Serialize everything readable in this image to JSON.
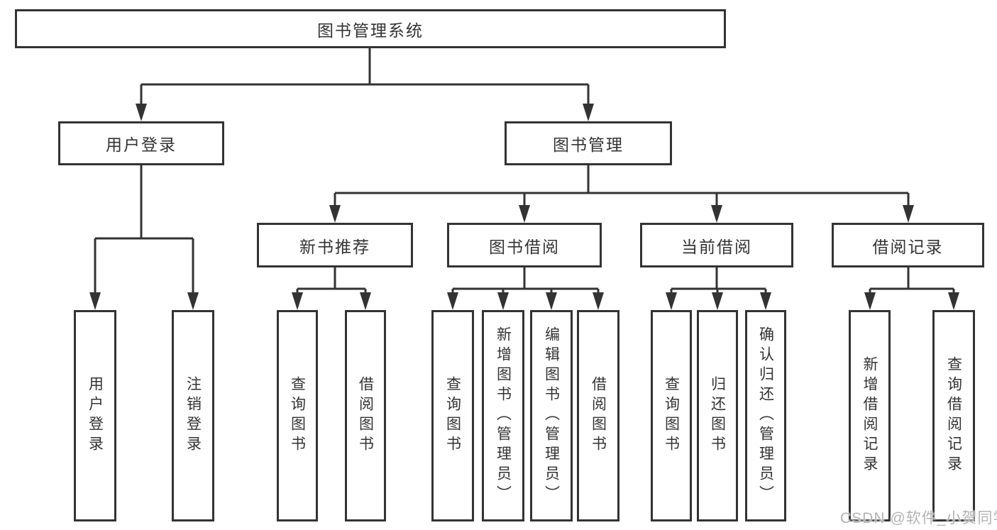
{
  "colors": {
    "line": "#333333",
    "text": "#333333",
    "background": "#ffffff",
    "watermark": "#b3b3b3"
  },
  "tree": {
    "label": "图书管理系统",
    "children": [
      {
        "label": "用户登录",
        "children": [
          {
            "label": "用户登录"
          },
          {
            "label": "注销登录"
          }
        ]
      },
      {
        "label": "图书管理",
        "children": [
          {
            "label": "新书推荐",
            "children": [
              {
                "label": "查询图书"
              },
              {
                "label": "借阅图书"
              }
            ]
          },
          {
            "label": "图书借阅",
            "children": [
              {
                "label": "查询图书"
              },
              {
                "label": "新增图书（管理员）"
              },
              {
                "label": "编辑图书（管理员）"
              },
              {
                "label": "借阅图书"
              }
            ]
          },
          {
            "label": "当前借阅",
            "children": [
              {
                "label": "查询图书"
              },
              {
                "label": "归还图书"
              },
              {
                "label": "确认归还（管理员）"
              }
            ]
          },
          {
            "label": "借阅记录",
            "children": [
              {
                "label": "新增借阅记录"
              },
              {
                "label": "查询借阅记录"
              }
            ]
          }
        ]
      }
    ]
  },
  "watermark": {
    "text": "CSDN @软件_小贺同学"
  }
}
